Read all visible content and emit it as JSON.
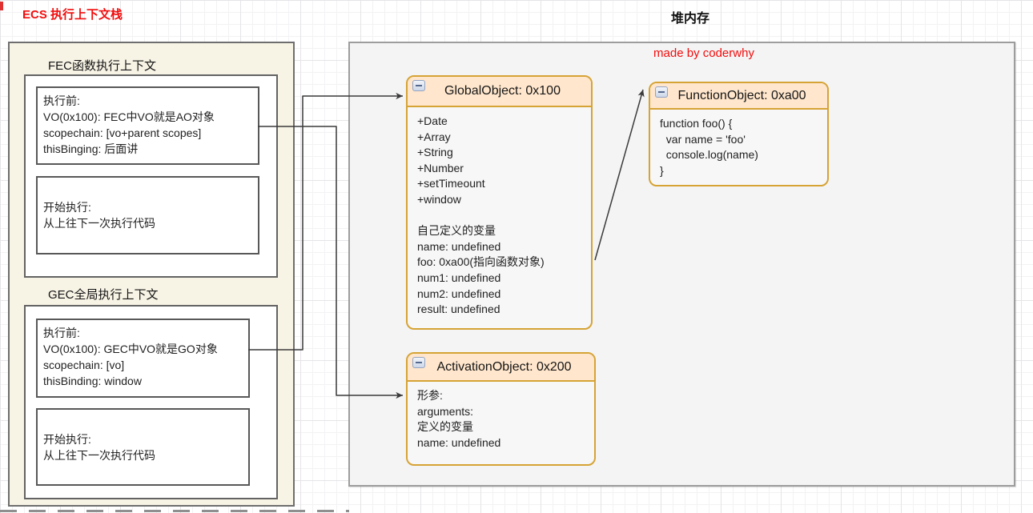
{
  "titles": {
    "ecs": "ECS 执行上下文栈",
    "heap": "堆内存",
    "watermark": "made by coderwhy"
  },
  "colors": {
    "accent_red": "#f20d0d",
    "object_border": "#d6a335",
    "object_header_fill": "#ffe6cc",
    "stack_fill": "#f7f3e5",
    "heap_fill": "#f4f4f4"
  },
  "stack": {
    "fec": {
      "label": "FEC函数执行上下文",
      "before_lines": [
        "执行前:",
        "VO(0x100): FEC中VO就是AO对象",
        "scopechain: [vo+parent scopes]",
        "thisBinging: 后面讲"
      ],
      "start_lines": [
        "开始执行:",
        "从上往下一次执行代码"
      ]
    },
    "gec": {
      "label": "GEC全局执行上下文",
      "before_lines": [
        "执行前:",
        "VO(0x100): GEC中VO就是GO对象",
        "scopechain: [vo]",
        "thisBinding: window"
      ],
      "start_lines": [
        "开始执行:",
        "从上往下一次执行代码"
      ]
    }
  },
  "heap": {
    "global_object": {
      "title": "GlobalObject: 0x100",
      "lines": [
        "+Date",
        "+Array",
        "+String",
        "+Number",
        "+setTimeount",
        "+window",
        "",
        "自己定义的变量",
        "name: undefined",
        "foo: 0xa00(指向函数对象)",
        "num1: undefined",
        "num2: undefined",
        "result: undefined"
      ]
    },
    "function_object": {
      "title": "FunctionObject: 0xa00",
      "lines": [
        "function foo() {",
        "  var name = 'foo'",
        "  console.log(name)",
        "}"
      ]
    },
    "activation_object": {
      "title": "ActivationObject: 0x200",
      "lines": [
        "形参:",
        "arguments:",
        "定义的变量",
        "name: undefined"
      ]
    }
  }
}
